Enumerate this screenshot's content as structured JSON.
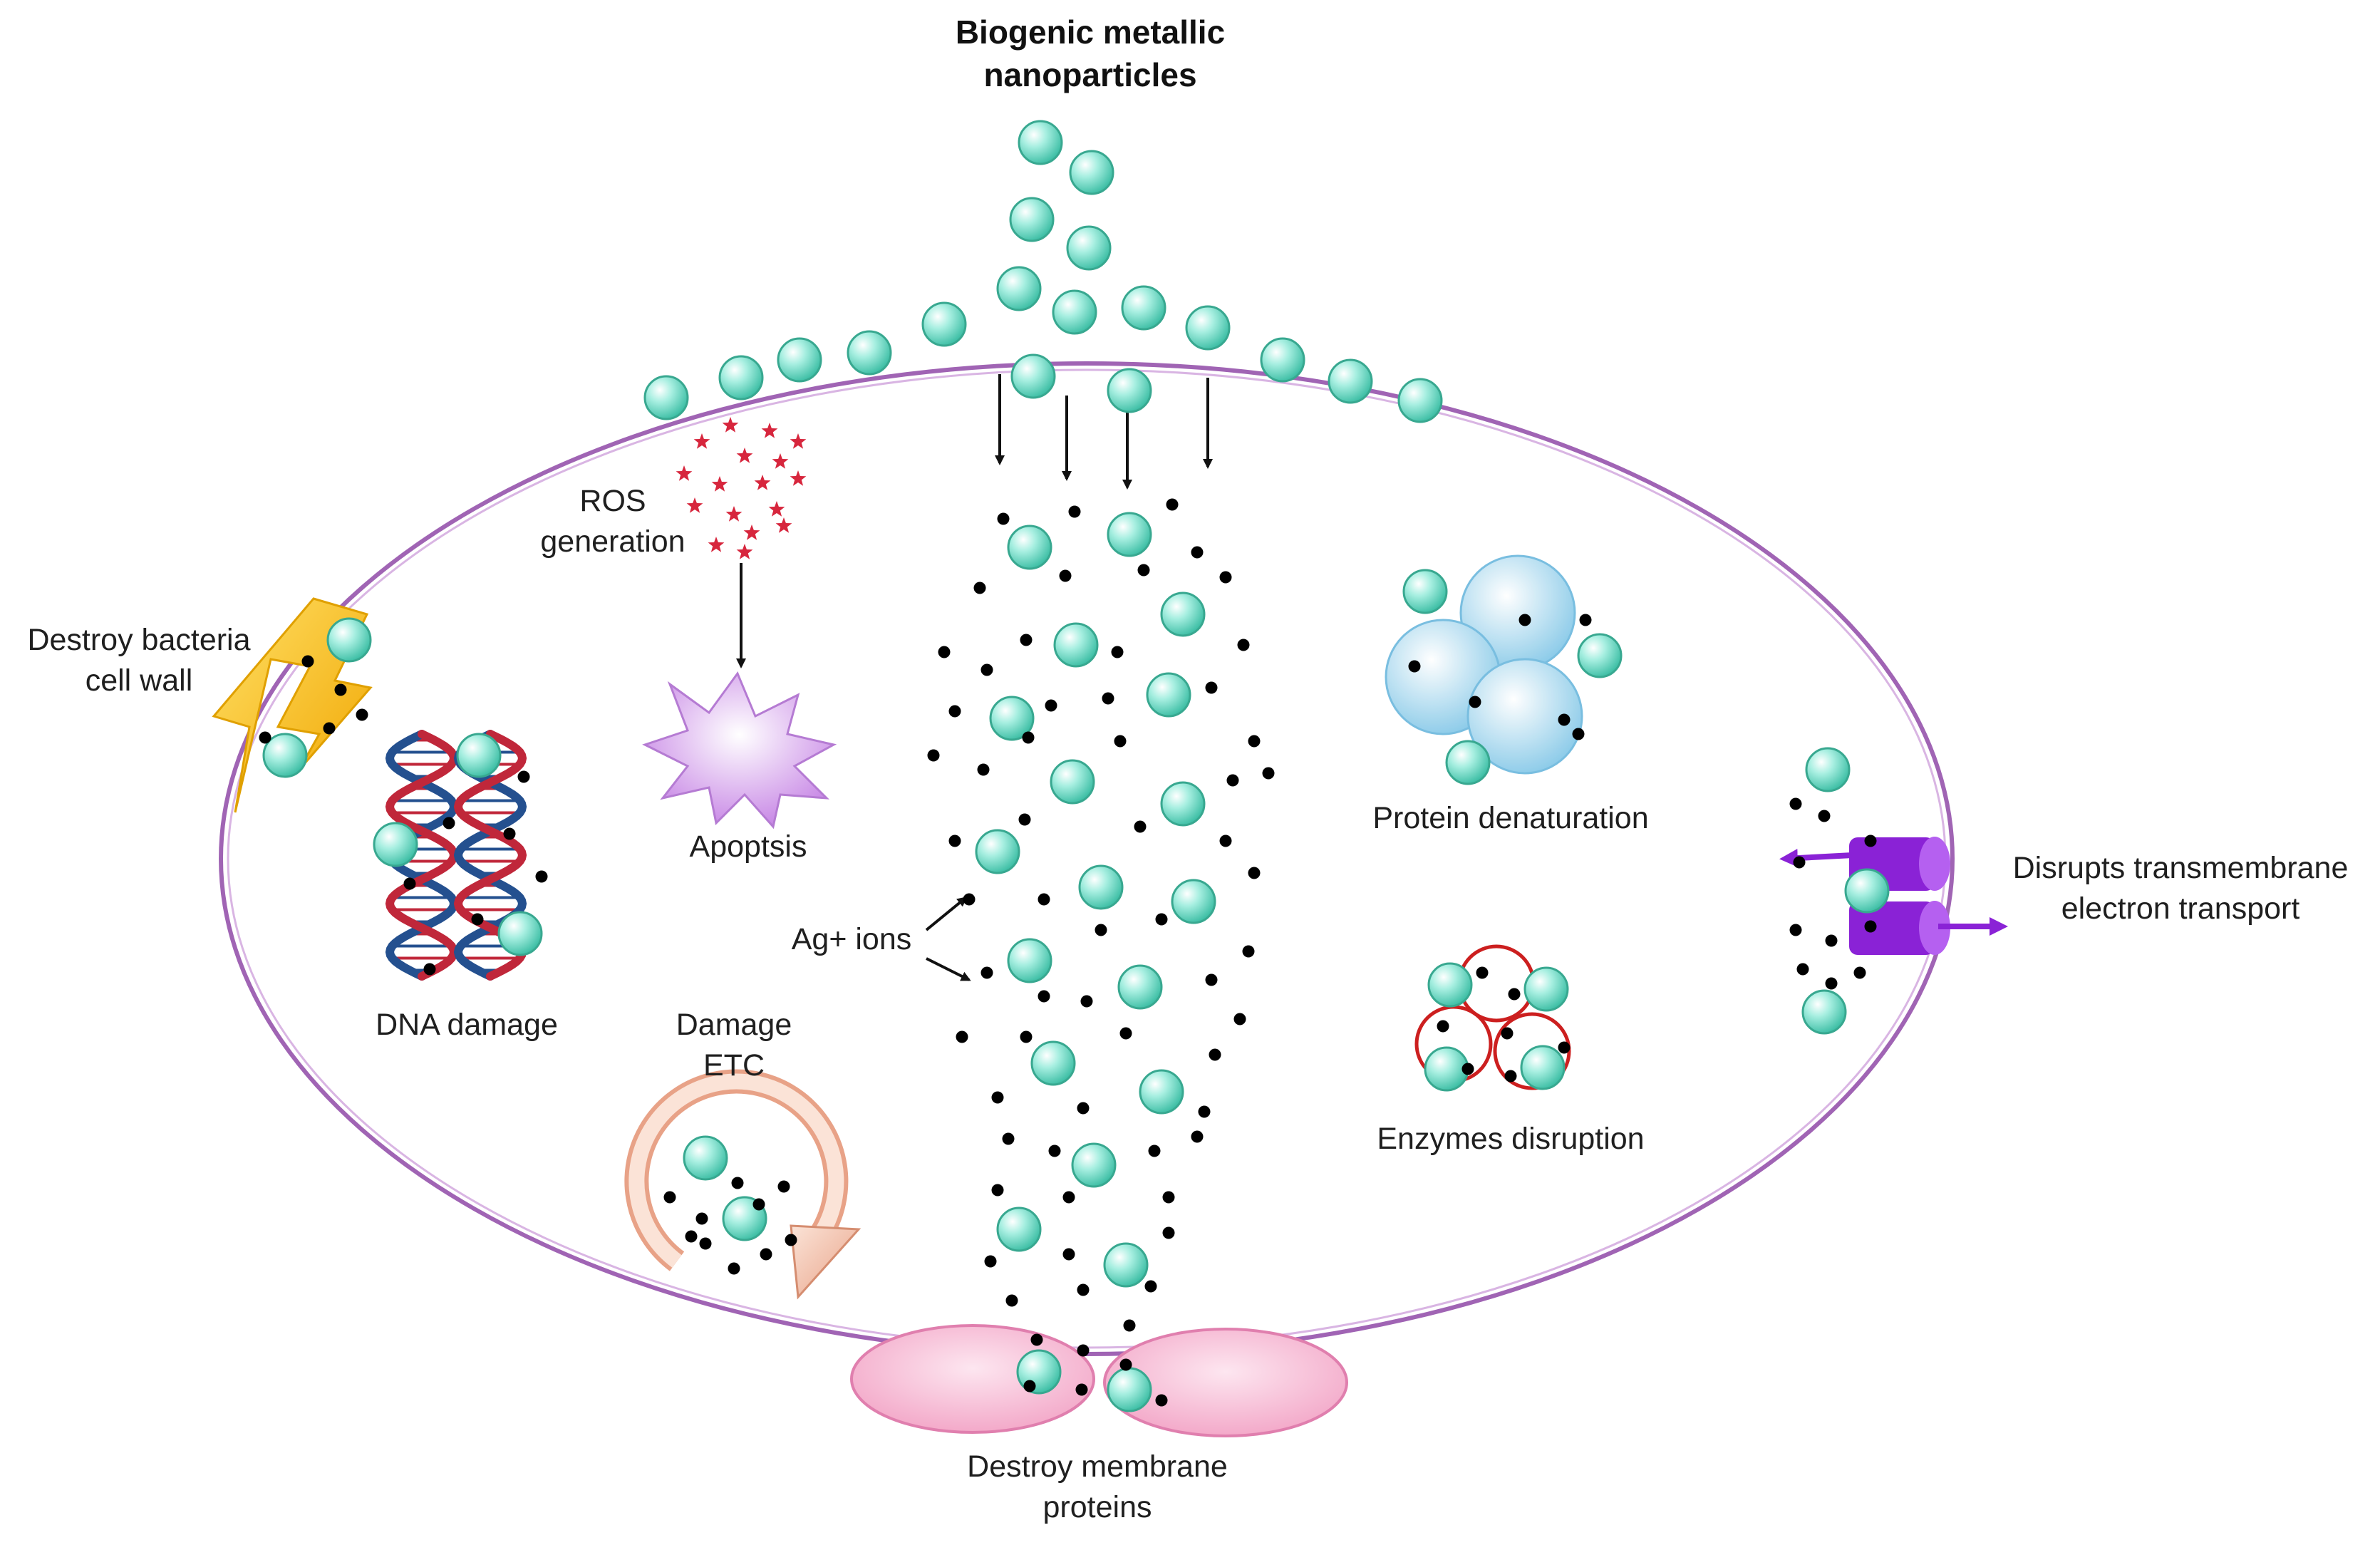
{
  "title": [
    "Biogenic metallic",
    "nanoparticles"
  ],
  "labels": {
    "ros": [
      "ROS",
      "generation"
    ],
    "cell_wall": [
      "Destroy bacteria",
      "cell wall"
    ],
    "apoptosis": "Apoptsis",
    "dna": "DNA  damage",
    "ag_ions": "Ag+ ions",
    "etc": [
      "Damage",
      "ETC"
    ],
    "protein_denaturation": "Protein denaturation",
    "enzymes": "Enzymes disruption",
    "transmembrane": [
      "Disrupts transmembrane",
      "electron transport"
    ],
    "membrane_proteins": [
      "Destroy membrane",
      "proteins"
    ]
  },
  "colors": {
    "membrane": "#a064b4",
    "nanoparticle": "#6fdcc8",
    "ion": "#000000",
    "ros_star": "#d7263d",
    "apoptosis": "#d9a6ee",
    "protein": "#8fd0ec",
    "enzyme_ring": "#cc1f1f",
    "transporter": "#8a22d6",
    "lightning": "#f6c21c",
    "membrane_protein": "#f5b8d4",
    "etc_arrow": "#f2b9a2",
    "dna_red": "#c0273a",
    "dna_blue": "#24508f"
  },
  "icons": [
    "lightning-icon",
    "dna-icon",
    "apoptosis-burst-icon",
    "circular-arrow-icon",
    "transporter-channel-icon"
  ]
}
